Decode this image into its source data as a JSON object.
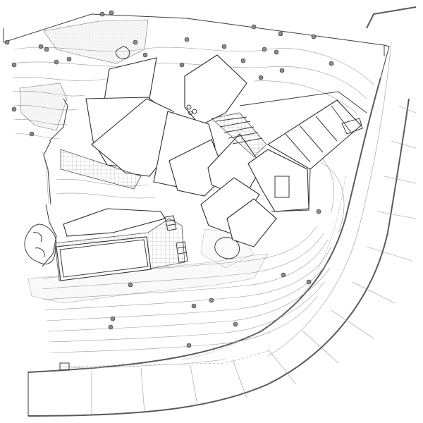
{
  "drawing": {
    "kind": "site-plan",
    "colors": {
      "background": "#ffffff",
      "line": "#3a3a3a",
      "contour": "#9a9a9a",
      "tree": "#8a8a8a"
    },
    "counts": {
      "trees": 34,
      "building_roofs": 14
    }
  }
}
